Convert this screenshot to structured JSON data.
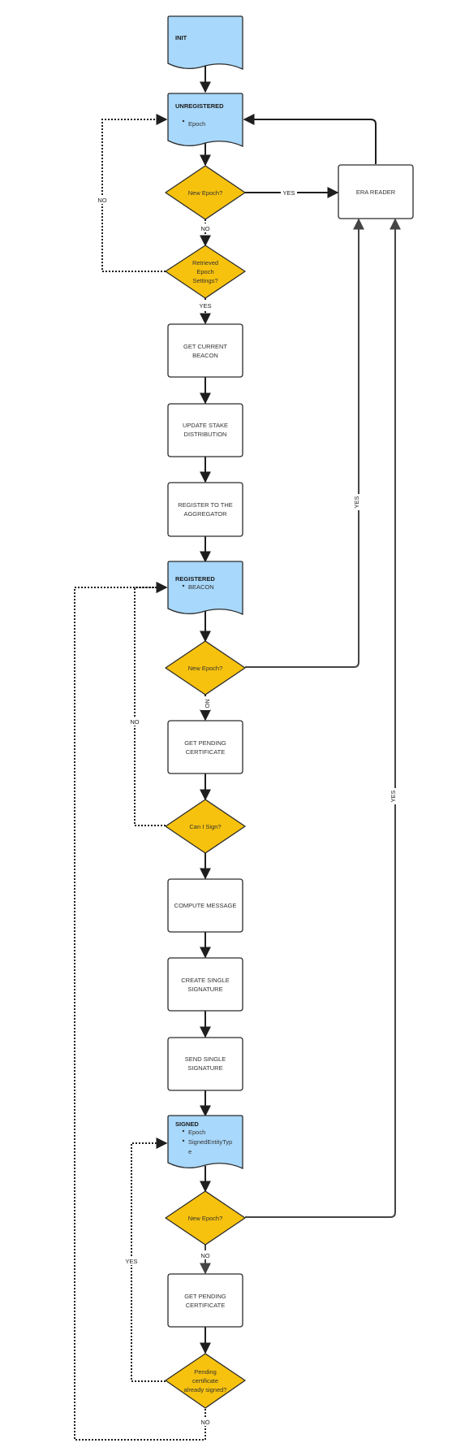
{
  "states": {
    "init": {
      "title": "INIT"
    },
    "unregistered": {
      "title": "UNREGISTERED",
      "items": [
        "Epoch"
      ]
    },
    "registered": {
      "title": "REGISTERED",
      "items": [
        "BEACON"
      ]
    },
    "signed": {
      "title": "SIGNED",
      "items": [
        "Epoch",
        "SignedEntityTyp",
        "e"
      ]
    }
  },
  "decisions": {
    "new_epoch_1": [
      "New Epoch?"
    ],
    "retrieved_settings": [
      "Retrieved",
      "Epoch",
      "Settings?"
    ],
    "new_epoch_2": [
      "New Epoch?"
    ],
    "can_i_sign": [
      "Can I Sign?"
    ],
    "new_epoch_3": [
      "New Epoch?"
    ],
    "already_signed": [
      "Pending",
      "certificate",
      "already signed?"
    ]
  },
  "actions": {
    "era_reader": [
      "ERA READER"
    ],
    "get_current_beacon": [
      "GET CURRENT",
      "BEACON"
    ],
    "update_stake": [
      "UPDATE STAKE",
      "DISTRIBUTION"
    ],
    "register_aggregator": [
      "REGISTER TO THE",
      "AGGREGATOR"
    ],
    "get_pending_1": [
      "GET PENDING",
      "CERTIFICATE"
    ],
    "compute_message": [
      "COMPUTE MESSAGE"
    ],
    "create_signature": [
      "CREATE SINGLE",
      "SIGNATURE"
    ],
    "send_signature": [
      "SEND SINGLE",
      "SIGNATURE"
    ],
    "get_pending_2": [
      "GET PENDING",
      "CERTIFICATE"
    ]
  },
  "edge_labels": {
    "yes_era": "YES",
    "no_retrieved": "NO",
    "no_unregistered": "NO",
    "yes_beacon": "YES",
    "yes_era_2": "YES",
    "no_pending_1": "NO",
    "no_registered": "NO",
    "yes_era_3": "YES",
    "no_pending_2": "NO",
    "yes_signed": "YES",
    "no_registered_2": "NO"
  },
  "colors": {
    "state_fill": "#a8d8fb",
    "decision_fill": "#f7c20e",
    "action_fill": "#ffffff",
    "stroke": "#2b2b2b",
    "decision_text": "#5a3a00"
  }
}
